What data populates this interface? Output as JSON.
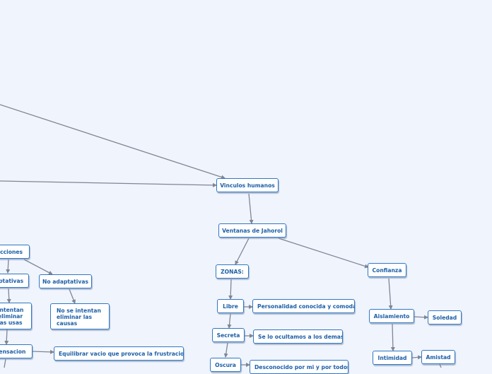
{
  "nodes": {
    "vinculos": "Vinculos humanos",
    "ventanas": "Ventanas de Jahorol",
    "zonas": "ZONAS:",
    "confianza": "Confianza",
    "libre": "Libre",
    "libre_desc": "Personalidad conocida y comoda",
    "secreta": "Secreta",
    "secreta_desc": "Se lo ocultamos a los demas",
    "oscura": "Oscura",
    "oscura_desc": "Desconocido por mi y por todos",
    "aislamiento": "Aislamiento",
    "soledad": "Soledad",
    "intimidad": "Intimidad",
    "amistad": "Amistad",
    "reacciones": "acciones",
    "adaptativas": "aptativas",
    "no_adaptativas": "No adaptativas",
    "intentan_eliminar": "intentan eliminar las usas",
    "no_intentan": "No se intentan eliminar las causas",
    "compensacion": "pensacion",
    "equilibrar": "Equilibrar vacio que provoca la frustracion"
  },
  "colors": {
    "background": "#f0f4fd",
    "node_border": "#2f78c4",
    "node_text": "#1c5fa8",
    "edge": "#7f8594"
  }
}
